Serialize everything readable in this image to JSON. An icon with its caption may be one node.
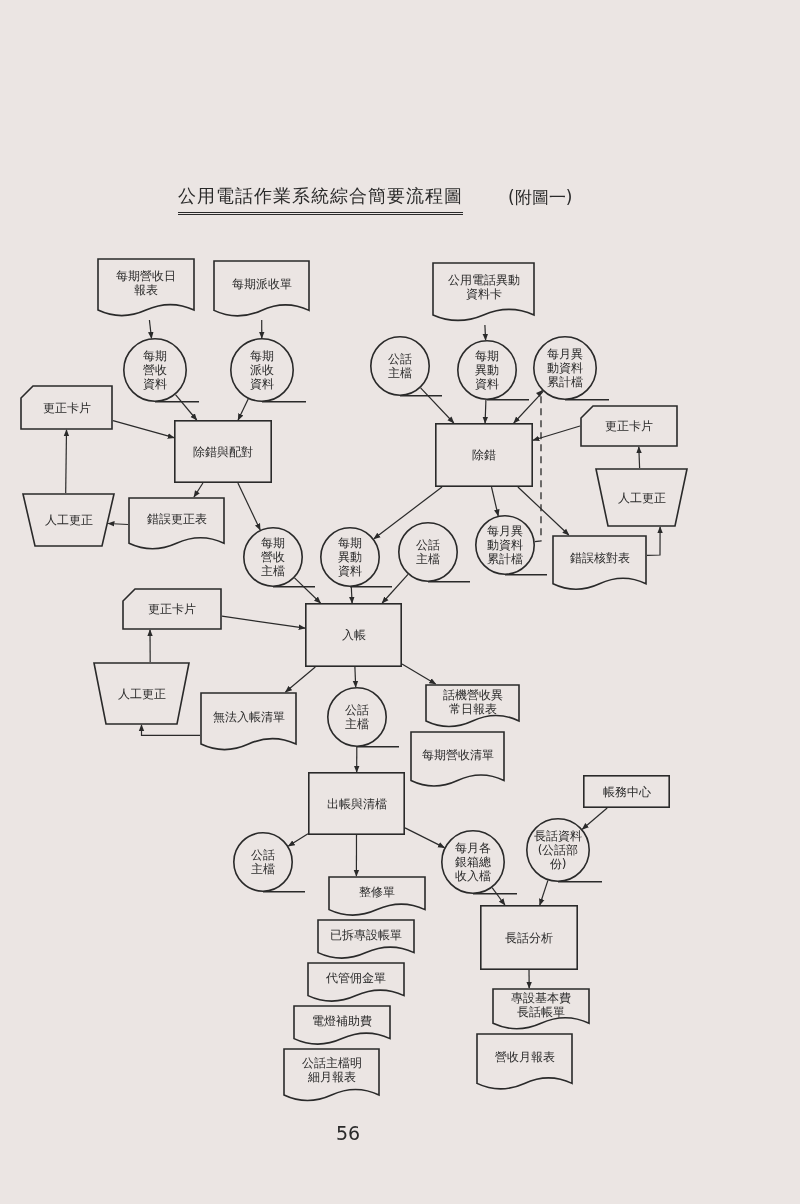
{
  "diagram": {
    "title": "公用電話作業系統綜合簡要流程圖",
    "nodes": [
      {
        "text": [
          "每期營收日報表"
        ]
      },
      {
        "text": [
          "每期派收單"
        ]
      },
      {
        "text": [
          "公用電話異動資料卡"
        ]
      },
      {
        "text": [
          "每期營收資料"
        ]
      },
      {
        "text": [
          "每期派收資料"
        ]
      },
      {
        "text": [
          "公話主檔"
        ]
      },
      {
        "text": [
          "每期異動資料"
        ]
      },
      {
        "text": [
          "每月異動資料累計檔"
        ]
      },
      {
        "text": [
          "更正卡片"
        ]
      },
      {
        "text": [
          "除錯與配對"
        ]
      },
      {
        "text": [
          "除錯"
        ]
      },
      {
        "text": [
          "更正卡片"
        ]
      },
      {
        "text": [
          "人工更正"
        ]
      },
      {
        "text": [
          "錯誤更正表"
        ]
      },
      {
        "text": [
          "人工更正"
        ]
      },
      {
        "text": [
          "每期營收主檔"
        ]
      },
      {
        "text": [
          "每期異動資料"
        ]
      },
      {
        "text": [
          "公話主檔"
        ]
      },
      {
        "text": [
          "每月異動資料累計檔"
        ]
      },
      {
        "text": [
          "錯誤核對表"
        ]
      },
      {
        "text": [
          "更正卡片"
        ]
      },
      {
        "text": [
          "入帳"
        ]
      },
      {
        "text": [
          "人工更正"
        ]
      },
      {
        "text": [
          "無法入帳清單"
        ]
      },
      {
        "text": [
          "公話主檔"
        ]
      },
      {
        "text": [
          "話機營收異常日報表"
        ]
      },
      {
        "text": [
          "每期營收清單"
        ]
      },
      {
        "text": [
          "出帳與清檔"
        ]
      },
      {
        "text": [
          "帳務中心"
        ]
      },
      {
        "text": [
          "公話主檔"
        ]
      },
      {
        "text": [
          "每月各銀箱總收入檔"
        ]
      },
      {
        "text": [
          "長話資料(公話部份)"
        ]
      },
      {
        "text": [
          "整修單"
        ]
      },
      {
        "text": [
          "已拆專設帳單"
        ]
      },
      {
        "text": [
          "代管佣金單"
        ]
      },
      {
        "text": [
          "電燈補助費"
        ]
      },
      {
        "text": [
          "公話主檔明細月報表"
        ]
      },
      {
        "text": [
          "長話分析"
        ]
      },
      {
        "text": [
          "專設基本費長話帳單"
        ]
      },
      {
        "text": [
          "營收月報表"
        ]
      }
    ],
    "edges": [
      {
        "from": 0,
        "to": 3,
        "arrow": "to"
      },
      {
        "from": 1,
        "to": 4,
        "arrow": "to"
      },
      {
        "from": 2,
        "to": 6,
        "arrow": "to"
      },
      {
        "from": 3,
        "to": 9,
        "arrow": "to"
      },
      {
        "from": 4,
        "to": 9,
        "arrow": "to"
      },
      {
        "from": 8,
        "to": 9,
        "arrow": "to"
      },
      {
        "from": 9,
        "to": 13,
        "arrow": "to"
      },
      {
        "from": 9,
        "to": 15,
        "arrow": "to"
      },
      {
        "from": 13,
        "to": 12,
        "arrow": "to"
      },
      {
        "from": 12,
        "to": 8,
        "arrow": "to"
      },
      {
        "from": 5,
        "to": 10,
        "arrow": "to"
      },
      {
        "from": 6,
        "to": 10,
        "arrow": "to"
      },
      {
        "from": 7,
        "to": 10,
        "arrow": "to"
      },
      {
        "from": 11,
        "to": 10,
        "arrow": "to"
      },
      {
        "from": 10,
        "to": 16,
        "arrow": "to"
      },
      {
        "from": 10,
        "to": 18,
        "arrow": "to"
      },
      {
        "from": 10,
        "to": 19,
        "arrow": "to"
      },
      {
        "from": 18,
        "to": 7,
        "arrow": "to",
        "style": "dashed"
      },
      {
        "from": 19,
        "to": 14,
        "arrow": "to"
      },
      {
        "from": 14,
        "to": 11,
        "arrow": "to"
      },
      {
        "from": 15,
        "to": 21,
        "arrow": "to"
      },
      {
        "from": 16,
        "to": 21,
        "arrow": "to"
      },
      {
        "from": 17,
        "to": 21,
        "arrow": "to"
      },
      {
        "from": 20,
        "to": 21,
        "arrow": "to"
      },
      {
        "from": 21,
        "to": 23,
        "arrow": "to"
      },
      {
        "from": 21,
        "to": 24,
        "arrow": "to"
      },
      {
        "from": 21,
        "to": 25,
        "arrow": "to"
      },
      {
        "from": 23,
        "to": 22,
        "arrow": "to"
      },
      {
        "from": 22,
        "to": 20,
        "arrow": "to"
      },
      {
        "from": 24,
        "to": 27,
        "arrow": "to"
      },
      {
        "from": 27,
        "to": 29,
        "arrow": "to"
      },
      {
        "from": 27,
        "to": 32,
        "arrow": "to"
      },
      {
        "from": 27,
        "to": 30,
        "arrow": "to"
      },
      {
        "from": 28,
        "to": 31,
        "arrow": "to"
      },
      {
        "from": 30,
        "to": 37,
        "arrow": "to"
      },
      {
        "from": 31,
        "to": 37,
        "arrow": "to"
      },
      {
        "from": 37,
        "to": 38,
        "arrow": "to"
      }
    ],
    "labels": [
      "(附圖一)",
      "56"
    ]
  }
}
